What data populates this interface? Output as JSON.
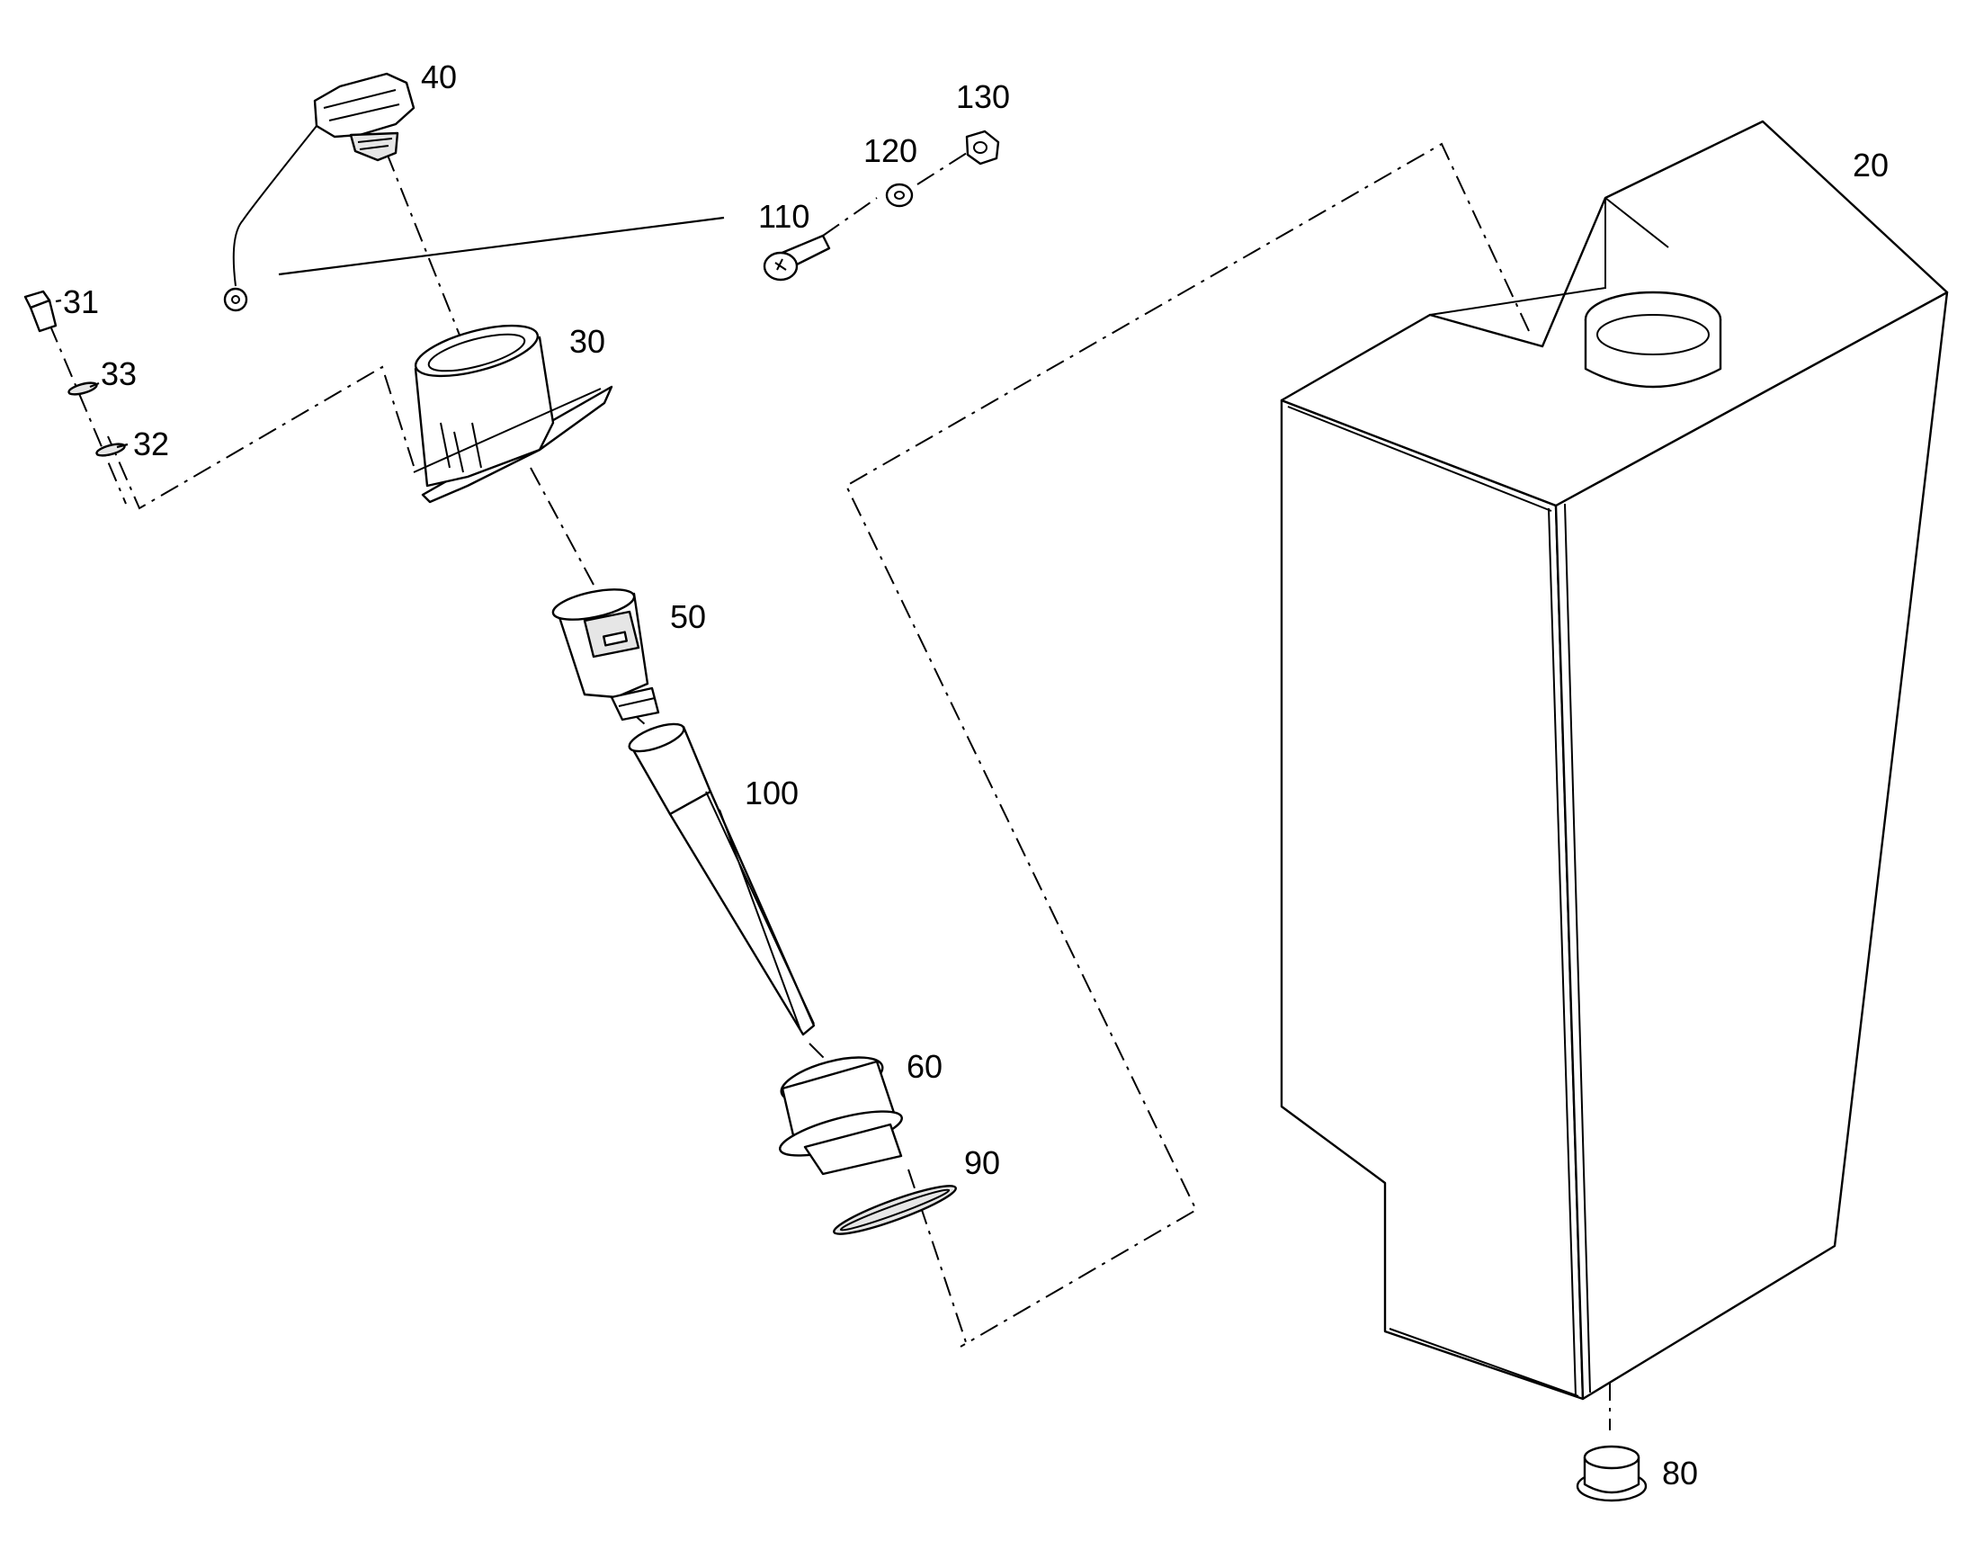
{
  "callouts": [
    {
      "id": "part-20",
      "label": "20"
    },
    {
      "id": "part-30",
      "label": "30"
    },
    {
      "id": "part-31",
      "label": "31"
    },
    {
      "id": "part-32",
      "label": "32"
    },
    {
      "id": "part-33",
      "label": "33"
    },
    {
      "id": "part-40",
      "label": "40"
    },
    {
      "id": "part-50",
      "label": "50"
    },
    {
      "id": "part-60",
      "label": "60"
    },
    {
      "id": "part-80",
      "label": "80"
    },
    {
      "id": "part-90",
      "label": "90"
    },
    {
      "id": "part-100",
      "label": "100"
    },
    {
      "id": "part-110",
      "label": "110"
    },
    {
      "id": "part-120",
      "label": "120"
    },
    {
      "id": "part-130",
      "label": "130"
    }
  ]
}
